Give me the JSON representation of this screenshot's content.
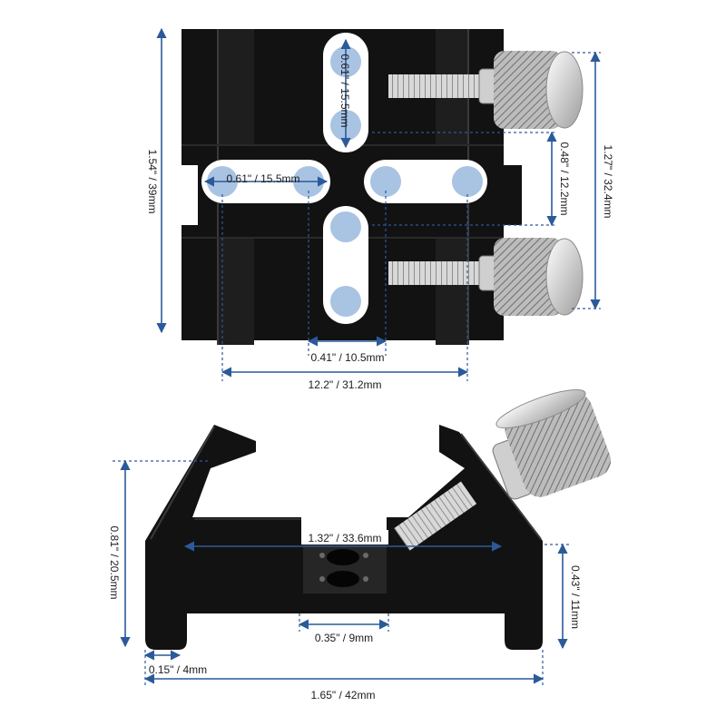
{
  "top_view": {
    "height_label": "1.54\" / 39mm",
    "upper_slot_label": "0.61\" / 15.5mm",
    "left_slot_label": "0.61\" / 15.5mm",
    "screw_gap_label": "0.48\" / 12.2mm",
    "screw_span_label": "1.27\" / 32.4mm",
    "center_gap_label": "0.41\" / 10.5mm",
    "bottom_span_label": "12.2\" / 31.2mm"
  },
  "side_view": {
    "height_label": "0.81\" / 20.5mm",
    "inner_width_label": "1.32\" / 33.6mm",
    "foot_height_label": "0.43\" / 11mm",
    "slot_width_label": "0.35\" / 9mm",
    "foot_width_label": "0.15\" / 4mm",
    "total_width_label": "1.65\" / 42mm"
  },
  "colors": {
    "body": "#121212",
    "highlight": "#3a3a3a",
    "dimension": "#2a5a9a",
    "marker": "#a9c3e2",
    "slot": "#ffffff",
    "knob": "#c9c9c9"
  }
}
